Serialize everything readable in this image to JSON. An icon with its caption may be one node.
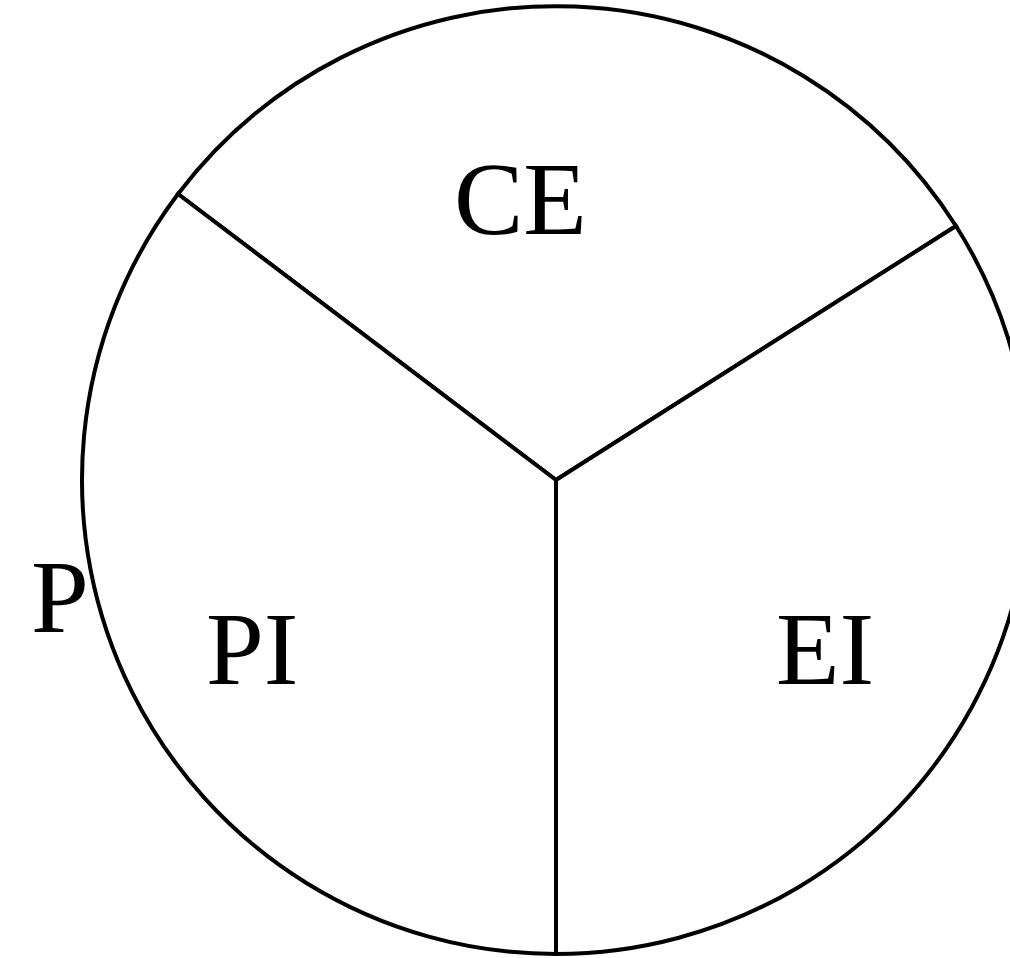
{
  "diagram": {
    "nodes": [
      {
        "text": [
          "CE"
        ]
      },
      {
        "text": [
          "PI"
        ]
      },
      {
        "text": [
          "EI"
        ]
      }
    ],
    "labels": [
      "P"
    ]
  }
}
